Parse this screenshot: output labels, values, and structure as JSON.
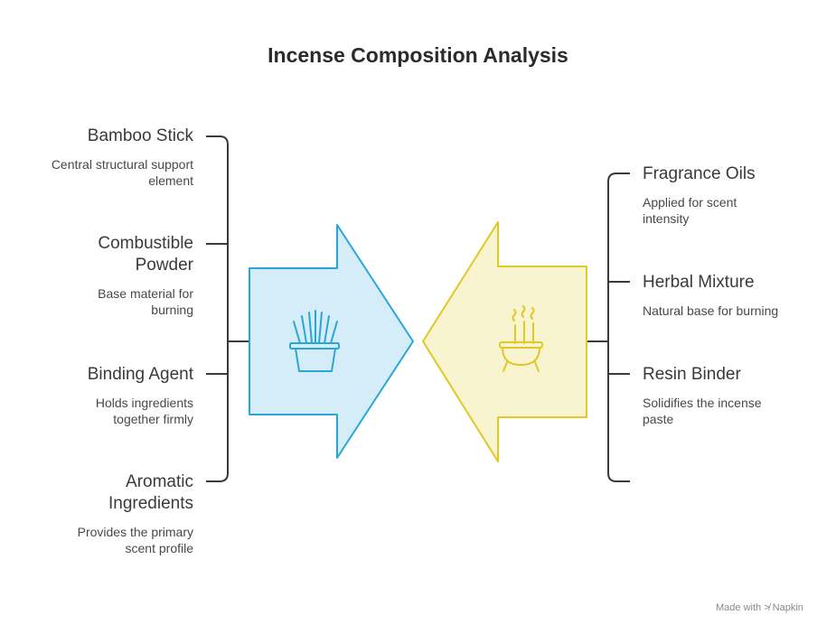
{
  "title": "Incense Composition Analysis",
  "left_items": [
    {
      "heading": "Bamboo Stick",
      "description": "Central structural support element"
    },
    {
      "heading": "Combustible Powder",
      "description": "Base material for burning"
    },
    {
      "heading": "Binding Agent",
      "description": "Holds ingredients together firmly"
    },
    {
      "heading": "Aromatic Ingredients",
      "description": "Provides the primary scent profile"
    }
  ],
  "right_items": [
    {
      "heading": "Fragrance Oils",
      "description": "Applied for scent intensity"
    },
    {
      "heading": "Herbal Mixture",
      "description": "Natural base for burning"
    },
    {
      "heading": "Resin Binder",
      "description": "Solidifies the incense paste"
    }
  ],
  "icons": {
    "left_arrow": "incense-sticks-icon",
    "right_arrow": "burning-cauldron-icon"
  },
  "colors": {
    "left_arrow_fill": "#d4edf8",
    "left_arrow_stroke": "#2aa6d6",
    "right_arrow_fill": "#f9f4d0",
    "right_arrow_stroke": "#e0c825",
    "bracket": "#3a3a3a"
  },
  "footer": "Made with ≯ Napkin"
}
